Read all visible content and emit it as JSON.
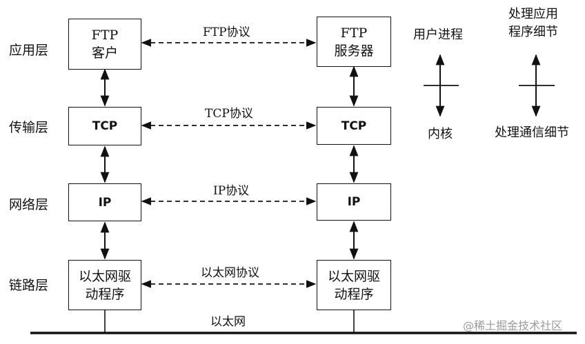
{
  "layers": {
    "application": "应用层",
    "transport": "传输层",
    "network": "网络层",
    "link": "链路层"
  },
  "left": {
    "app_line1": "FTP",
    "app_line2": "客户",
    "tcp": "TCP",
    "ip": "IP",
    "link_line1": "以太网驱",
    "link_line2": "动程序"
  },
  "right": {
    "app_line1": "FTP",
    "app_line2": "服务器",
    "tcp": "TCP",
    "ip": "IP",
    "link_line1": "以太网驱",
    "link_line2": "动程序"
  },
  "protocols": {
    "ftp": "FTP协议",
    "tcp": "TCP协议",
    "ip": "IP协议",
    "ethernet": "以太网协议"
  },
  "bus_label": "以太网",
  "side": {
    "user_process": "用户进程",
    "kernel": "内核",
    "app_details_line1": "处理应用",
    "app_details_line2": "程序细节",
    "comm_details": "处理通信细节"
  },
  "watermark": "@稀土掘金技术社区"
}
